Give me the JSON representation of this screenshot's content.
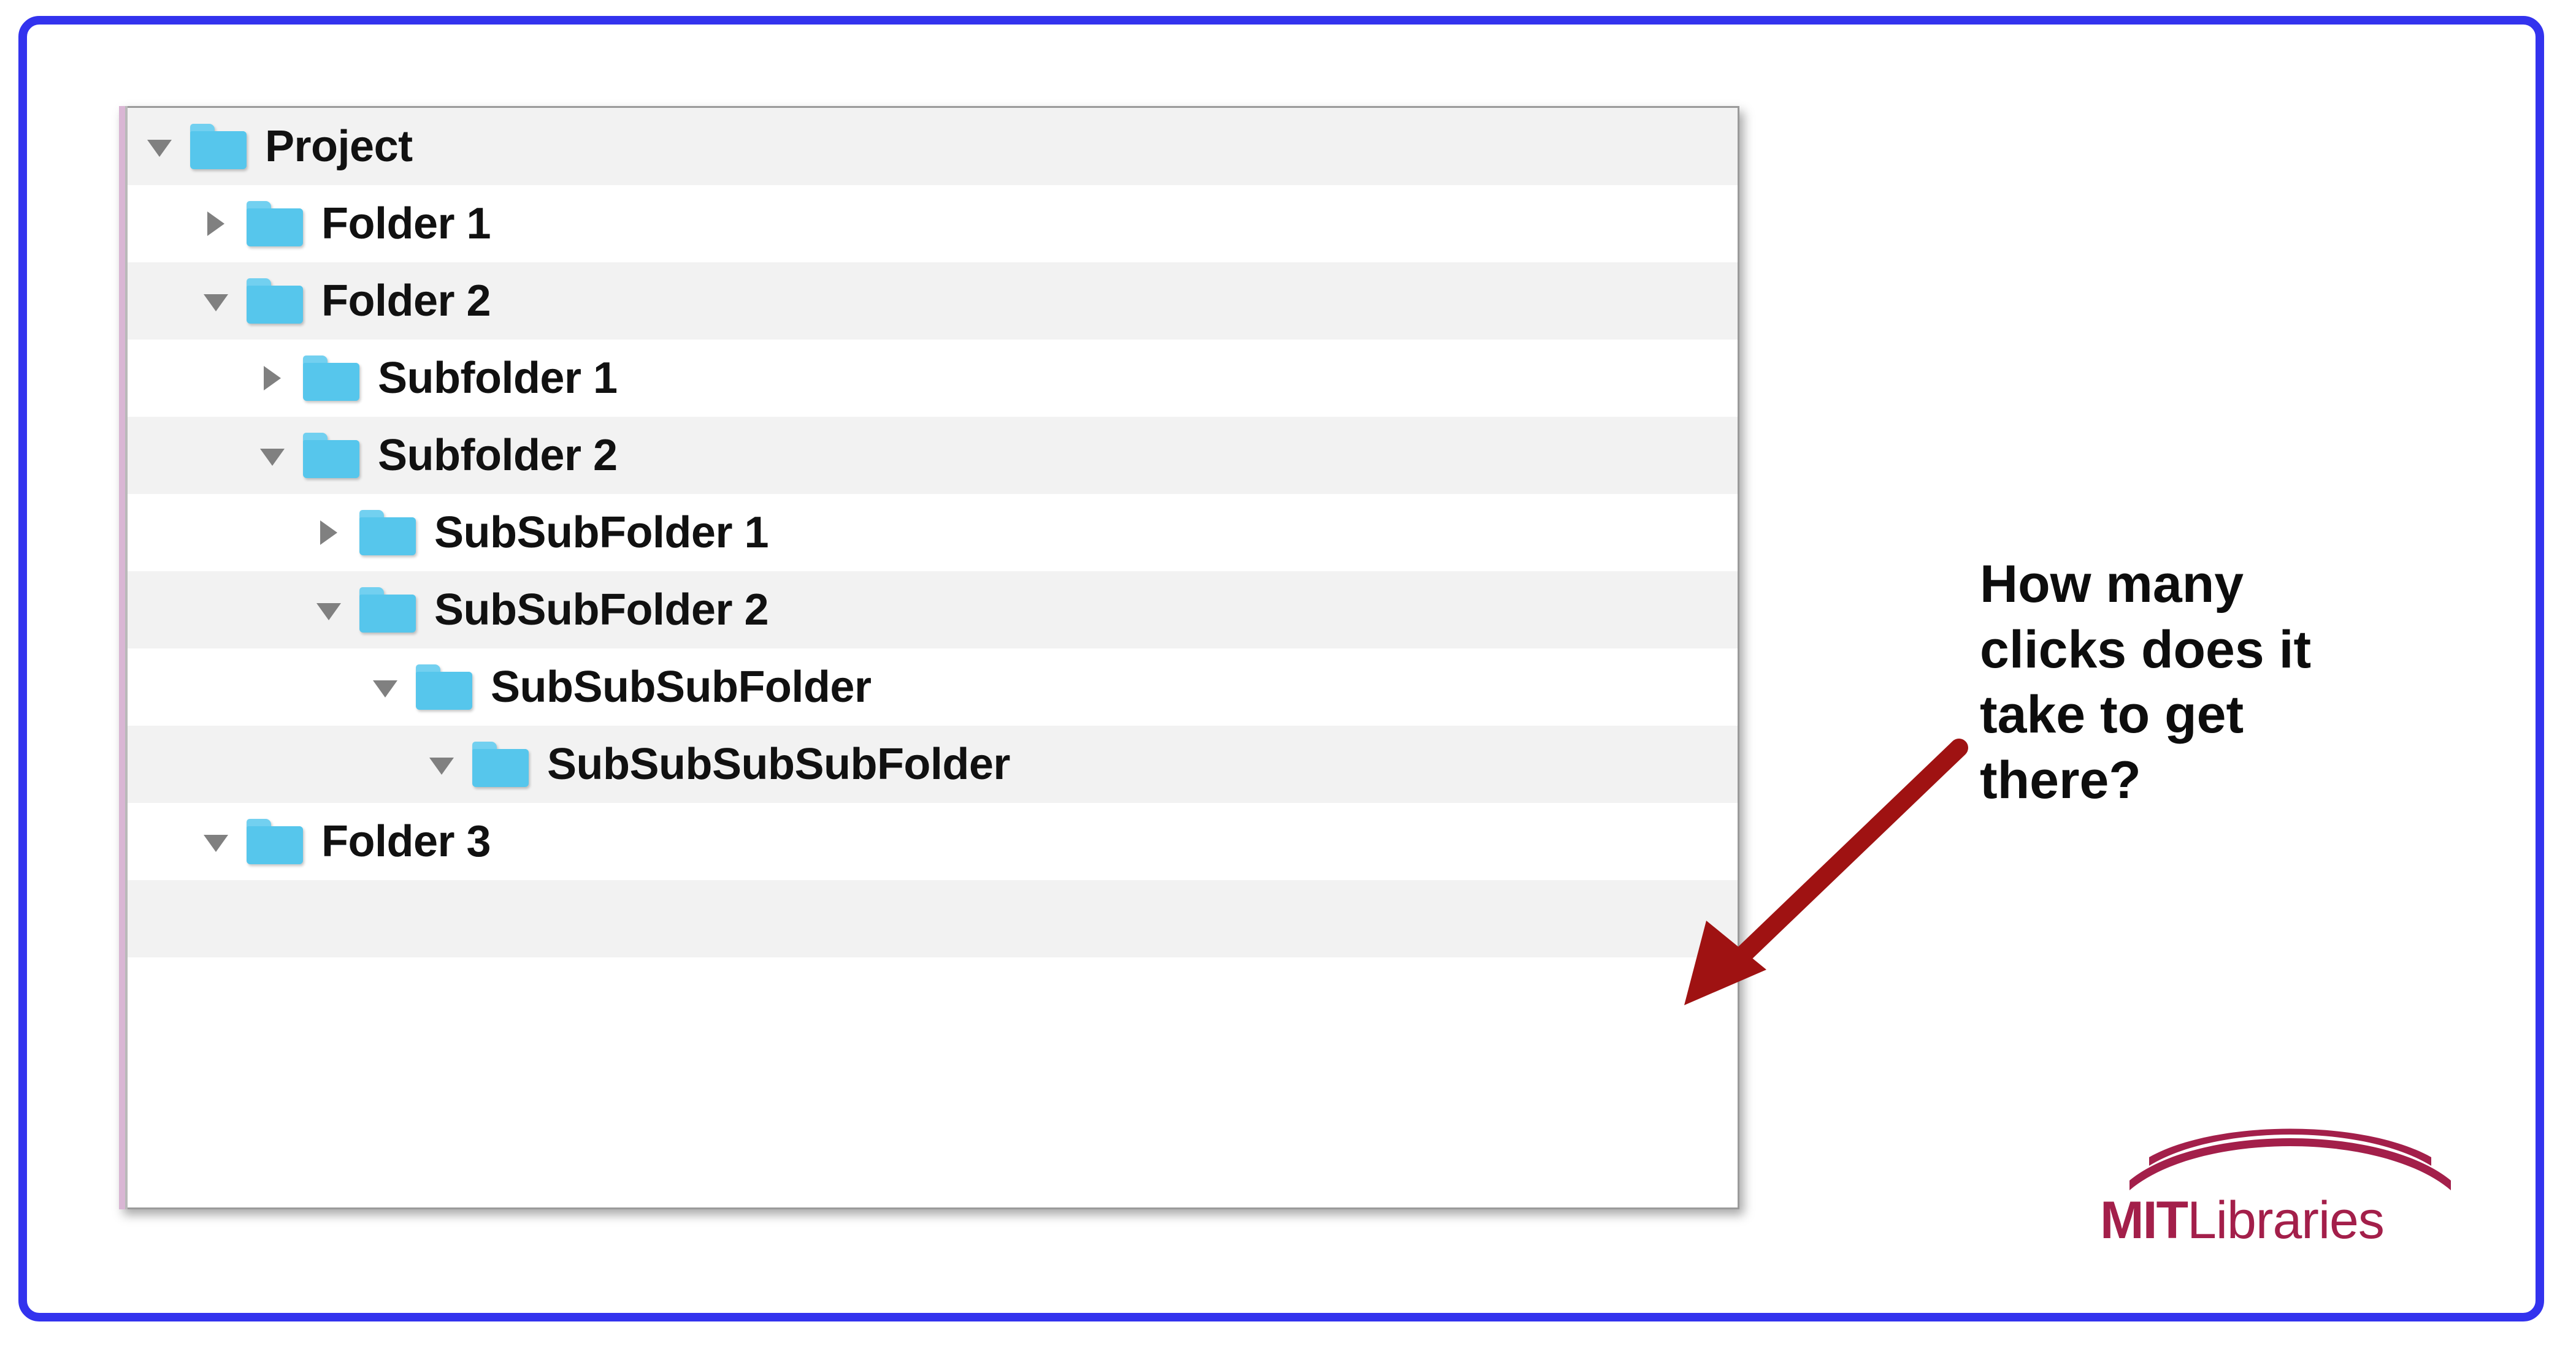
{
  "frame": {
    "border_color": "#3333ee"
  },
  "tree_panel": {
    "left_stripe_color": "#d9b6d4",
    "row_shade_color": "#f2f2f2",
    "folder_icon_color": "#56c6ec",
    "rows": [
      {
        "label": "Project",
        "depth": 0,
        "state": "expanded",
        "shaded": true
      },
      {
        "label": "Folder 1",
        "depth": 1,
        "state": "collapsed",
        "shaded": false
      },
      {
        "label": "Folder 2",
        "depth": 1,
        "state": "expanded",
        "shaded": true
      },
      {
        "label": "Subfolder 1",
        "depth": 2,
        "state": "collapsed",
        "shaded": false
      },
      {
        "label": "Subfolder 2",
        "depth": 2,
        "state": "expanded",
        "shaded": true
      },
      {
        "label": "SubSubFolder 1",
        "depth": 3,
        "state": "collapsed",
        "shaded": false
      },
      {
        "label": "SubSubFolder 2",
        "depth": 3,
        "state": "expanded",
        "shaded": true
      },
      {
        "label": "SubSubSubFolder",
        "depth": 4,
        "state": "expanded",
        "shaded": false
      },
      {
        "label": "SubSubSubSubFolder",
        "depth": 5,
        "state": "expanded",
        "shaded": true
      },
      {
        "label": "Folder 3",
        "depth": 1,
        "state": "expanded",
        "shaded": false
      }
    ]
  },
  "annotation": {
    "lines": [
      "How many",
      "clicks does it",
      "take to get",
      "there?"
    ],
    "arrow_color": "#9f1212"
  },
  "logo": {
    "mit_text": "MIT",
    "libraries_text": "Libraries",
    "color": "#a31f4a"
  }
}
